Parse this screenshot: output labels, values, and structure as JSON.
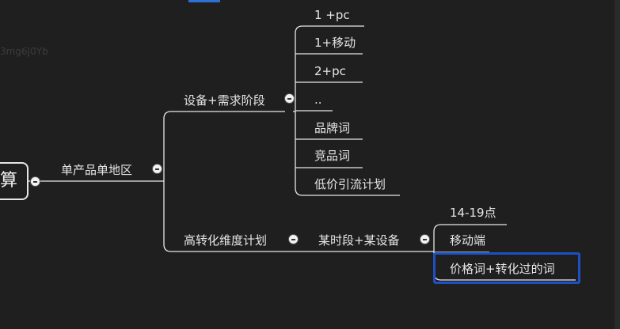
{
  "watermark": "3mg6J0Yb",
  "root": {
    "label": "算"
  },
  "branch": {
    "label": "单产品单地区"
  },
  "sub_device": {
    "label": "设备+需求阶段",
    "children": [
      "1 +pc",
      "1+移动",
      "2+pc",
      "..",
      "品牌词",
      "竞品词",
      "低价引流计划"
    ]
  },
  "sub_conversion": {
    "label": "高转化维度计划",
    "time_device": {
      "label": "某时段+某设备",
      "children": [
        "14-19点",
        "移动端",
        "价格词+转化过的词"
      ]
    }
  },
  "selected_node": "价格词+转化过的词",
  "colors": {
    "background": "#1f1f1f",
    "line": "#e6e6e6",
    "text": "#e6e6e6",
    "selection": "#1e4fc4"
  }
}
